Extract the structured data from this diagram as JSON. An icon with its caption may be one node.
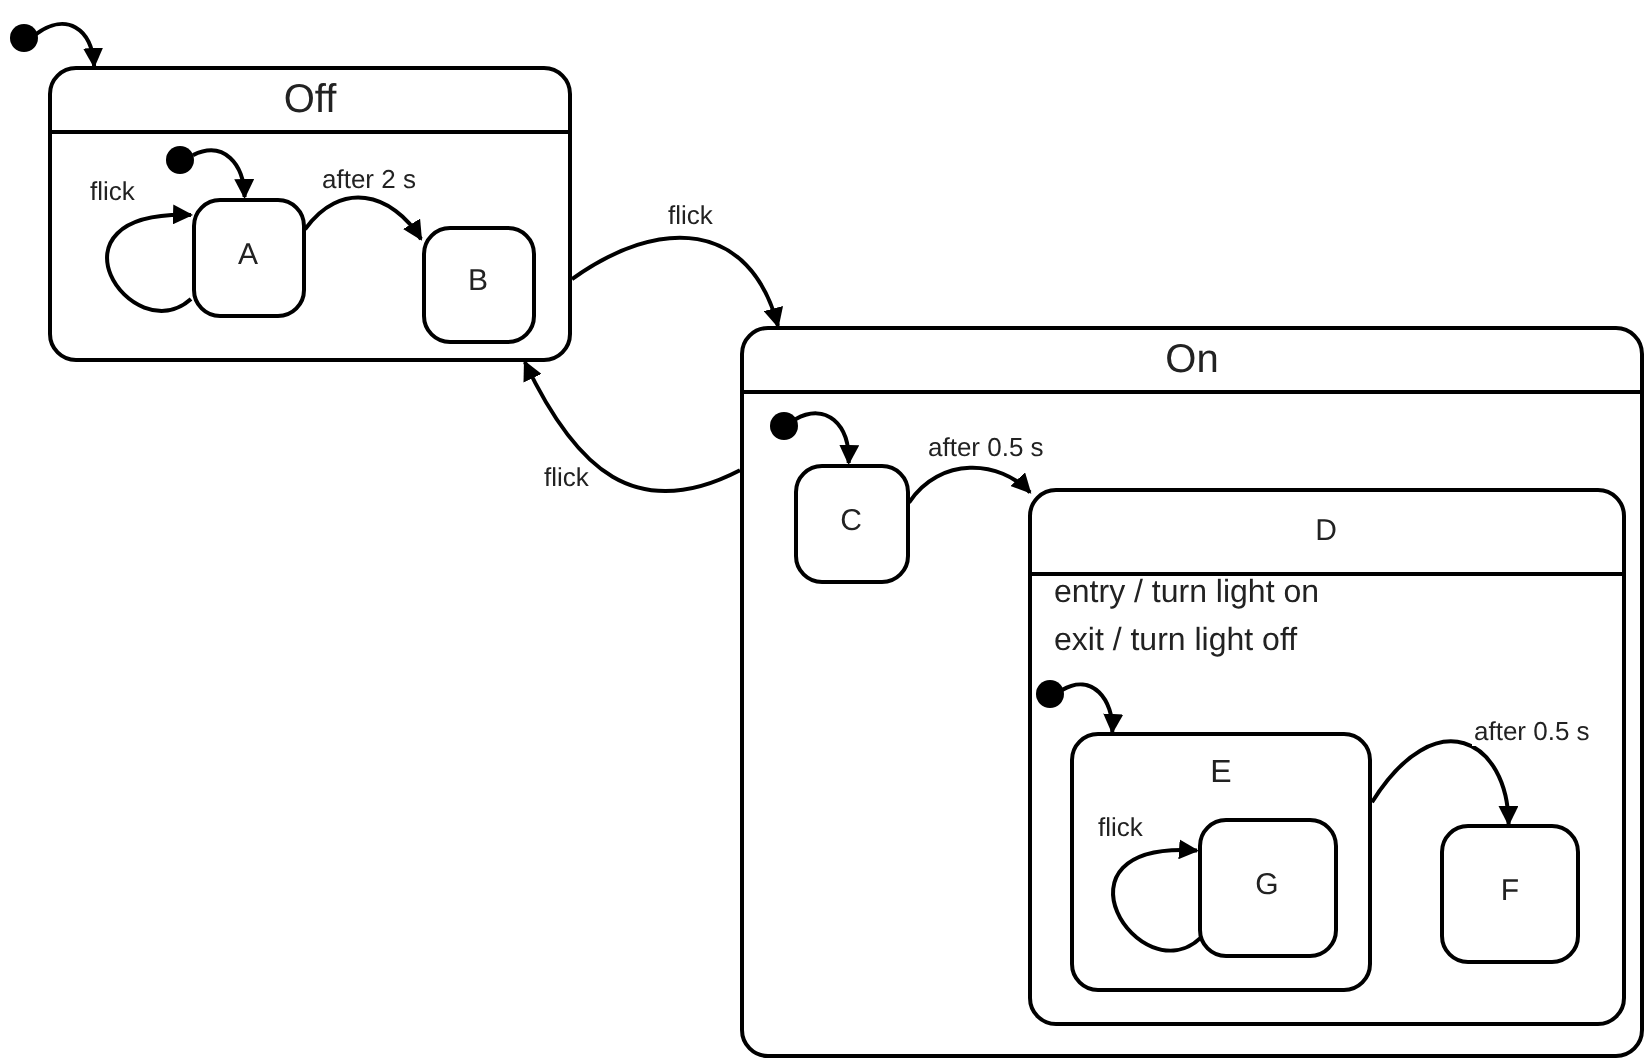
{
  "diagram": {
    "nodes": [
      {
        "text": [],
        "shape": "circle"
      },
      {
        "text": [
          "Off"
        ]
      },
      {
        "text": [],
        "shape": "circle",
        "in": 1
      },
      {
        "text": [
          "A"
        ],
        "in": 1
      },
      {
        "text": [
          "B"
        ],
        "in": 1
      },
      {
        "text": [
          "On"
        ]
      },
      {
        "text": [],
        "shape": "circle",
        "in": 5
      },
      {
        "text": [
          "C"
        ],
        "in": 5
      },
      {
        "text": [
          "D",
          "entry / turn light on",
          "exit / turn light off"
        ],
        "in": 5
      },
      {
        "text": [],
        "shape": "circle",
        "in": 8
      },
      {
        "text": [
          "E"
        ],
        "in": 8
      },
      {
        "text": [
          "G"
        ],
        "in": 10
      },
      {
        "text": [
          "F"
        ],
        "in": 8
      }
    ],
    "edges": [
      {
        "from": 0,
        "to": 1,
        "arrow": "to"
      },
      {
        "from": 2,
        "to": 3,
        "arrow": "to"
      },
      {
        "from": 3,
        "to": 3,
        "arrow": "to",
        "label": "flick"
      },
      {
        "from": 3,
        "to": 4,
        "arrow": "to",
        "label": "after 2 s"
      },
      {
        "from": 1,
        "to": 5,
        "arrow": "to",
        "label": "flick"
      },
      {
        "from": 5,
        "to": 1,
        "arrow": "to",
        "label": "flick"
      },
      {
        "from": 6,
        "to": 7,
        "arrow": "to"
      },
      {
        "from": 7,
        "to": 8,
        "arrow": "to",
        "label": "after 0.5 s"
      },
      {
        "from": 9,
        "to": 10,
        "arrow": "to"
      },
      {
        "from": 11,
        "to": 11,
        "arrow": "to",
        "label": "flick"
      },
      {
        "from": 10,
        "to": 12,
        "arrow": "to",
        "label": "after 0.5 s"
      }
    ]
  }
}
